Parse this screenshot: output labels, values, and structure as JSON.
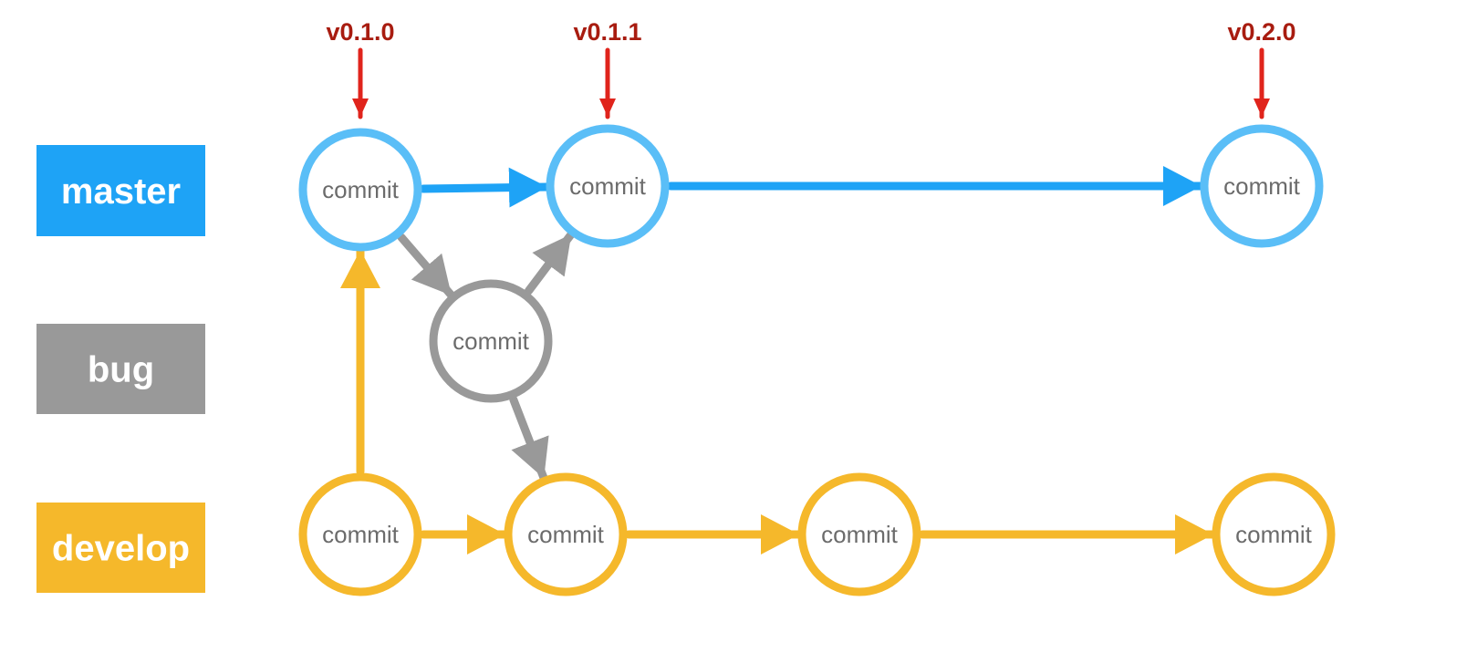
{
  "colors": {
    "master": "#1EA3F6",
    "master_ring": "#5ABEF7",
    "bug": "#999999",
    "develop": "#F5B82B",
    "tag_text": "#A81C10",
    "tag_arrow": "#E0241C"
  },
  "branches": [
    {
      "id": "master",
      "label": "master"
    },
    {
      "id": "bug",
      "label": "bug"
    },
    {
      "id": "develop",
      "label": "develop"
    }
  ],
  "commits": [
    {
      "id": "m1",
      "branch": "master",
      "label": "commit"
    },
    {
      "id": "m2",
      "branch": "master",
      "label": "commit"
    },
    {
      "id": "m3",
      "branch": "master",
      "label": "commit"
    },
    {
      "id": "b1",
      "branch": "bug",
      "label": "commit"
    },
    {
      "id": "d1",
      "branch": "develop",
      "label": "commit"
    },
    {
      "id": "d2",
      "branch": "develop",
      "label": "commit"
    },
    {
      "id": "d3",
      "branch": "develop",
      "label": "commit"
    },
    {
      "id": "d4",
      "branch": "develop",
      "label": "commit"
    }
  ],
  "edges": [
    {
      "from": "m1",
      "to": "m2",
      "branch": "master"
    },
    {
      "from": "m2",
      "to": "m3",
      "branch": "master"
    },
    {
      "from": "m1",
      "to": "b1",
      "branch": "bug"
    },
    {
      "from": "b1",
      "to": "m2",
      "branch": "bug"
    },
    {
      "from": "b1",
      "to": "d2",
      "branch": "bug"
    },
    {
      "from": "d1",
      "to": "m1",
      "branch": "develop"
    },
    {
      "from": "d1",
      "to": "d2",
      "branch": "develop"
    },
    {
      "from": "d2",
      "to": "d3",
      "branch": "develop"
    },
    {
      "from": "d3",
      "to": "d4",
      "branch": "develop"
    }
  ],
  "tags": [
    {
      "label": "v0.1.0",
      "commit": "m1"
    },
    {
      "label": "v0.1.1",
      "commit": "m2"
    },
    {
      "label": "v0.2.0",
      "commit": "m3"
    }
  ]
}
